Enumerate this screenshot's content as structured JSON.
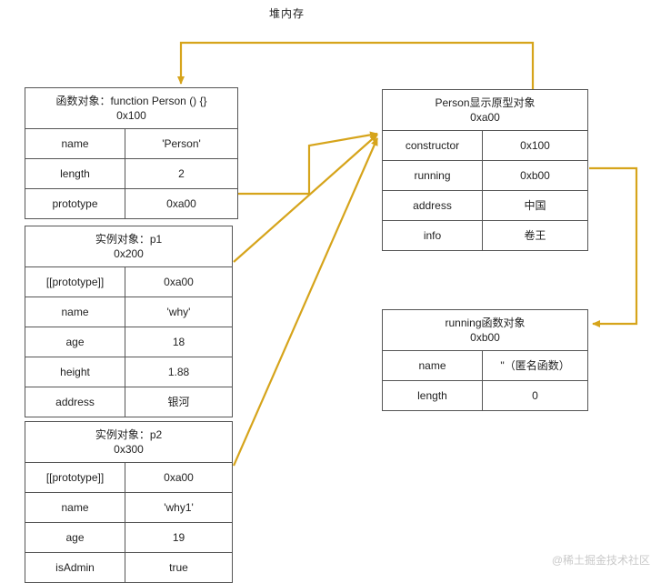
{
  "page": {
    "heap_title": "堆内存",
    "watermark": "@稀土掘金技术社区",
    "arrow_color": "#d6a41b"
  },
  "boxes": {
    "func": {
      "title_line1": "函数对象：function Person () {}",
      "title_line2": "0x100",
      "rows": [
        {
          "key": "name",
          "value": "'Person'"
        },
        {
          "key": "length",
          "value": "2"
        },
        {
          "key": "prototype",
          "value": "0xa00"
        }
      ]
    },
    "p1": {
      "title_line1": "实例对象：p1",
      "title_line2": "0x200",
      "rows": [
        {
          "key": "[[prototype]]",
          "value": "0xa00"
        },
        {
          "key": "name",
          "value": "'why'"
        },
        {
          "key": "age",
          "value": "18"
        },
        {
          "key": "height",
          "value": "1.88"
        },
        {
          "key": "address",
          "value": "银河"
        }
      ]
    },
    "p2": {
      "title_line1": "实例对象：p2",
      "title_line2": "0x300",
      "rows": [
        {
          "key": "[[prototype]]",
          "value": "0xa00"
        },
        {
          "key": "name",
          "value": "'why1'"
        },
        {
          "key": "age",
          "value": "19"
        },
        {
          "key": "isAdmin",
          "value": "true"
        }
      ]
    },
    "proto": {
      "title_line1": "Person显示原型对象",
      "title_line2": "0xa00",
      "rows": [
        {
          "key": "constructor",
          "value": "0x100"
        },
        {
          "key": "running",
          "value": "0xb00"
        },
        {
          "key": "address",
          "value": "中国"
        },
        {
          "key": "info",
          "value": "卷王"
        }
      ]
    },
    "running": {
      "title_line1": "running函数对象",
      "title_line2": "0xb00",
      "rows": [
        {
          "key": "name",
          "value": "''（匿名函数）"
        },
        {
          "key": "length",
          "value": "0"
        }
      ]
    }
  }
}
